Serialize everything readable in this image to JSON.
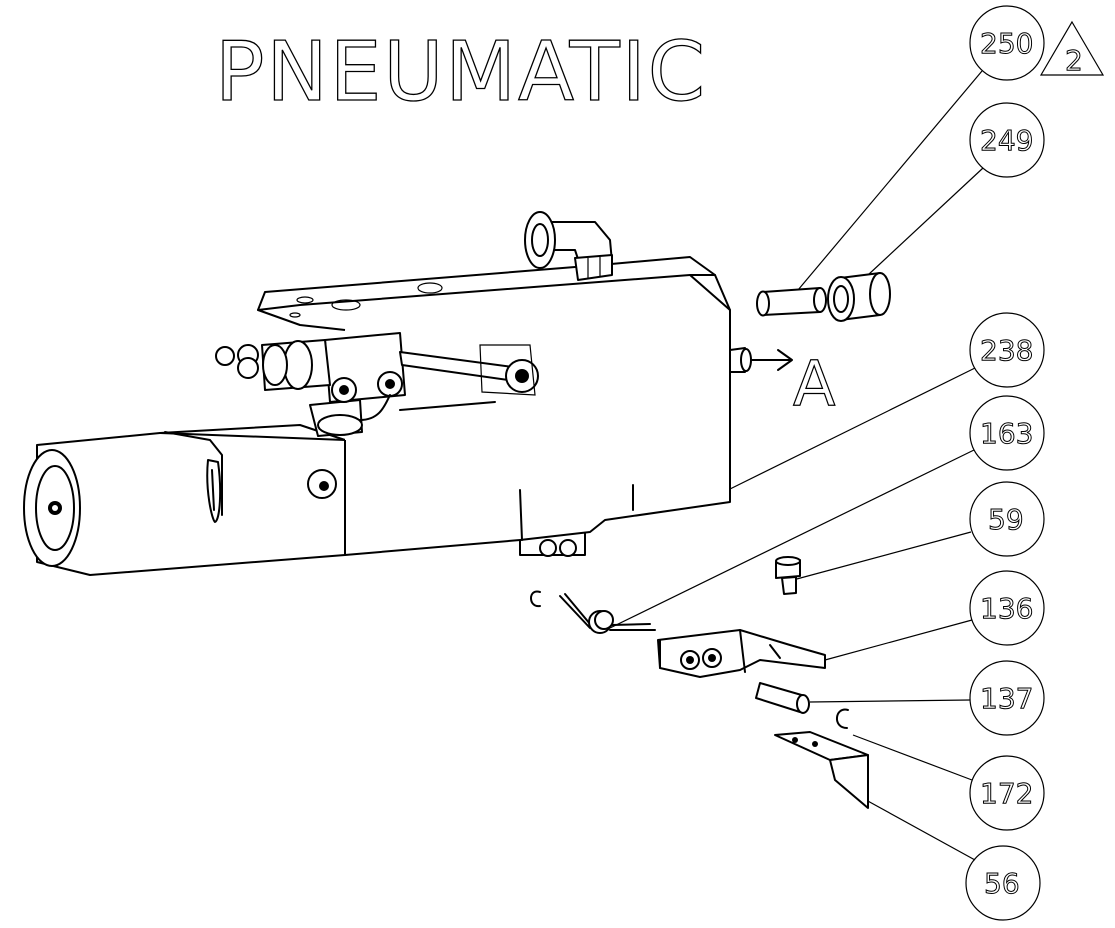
{
  "title": "PNEUMATIC",
  "view_label": "A",
  "revision_mark": "2",
  "balloons": [
    {
      "id": "b250",
      "label": "250"
    },
    {
      "id": "b249",
      "label": "249"
    },
    {
      "id": "b238",
      "label": "238"
    },
    {
      "id": "b163",
      "label": "163"
    },
    {
      "id": "b59",
      "label": "59"
    },
    {
      "id": "b136",
      "label": "136"
    },
    {
      "id": "b137",
      "label": "137"
    },
    {
      "id": "b172",
      "label": "172"
    },
    {
      "id": "b56",
      "label": "56"
    }
  ]
}
